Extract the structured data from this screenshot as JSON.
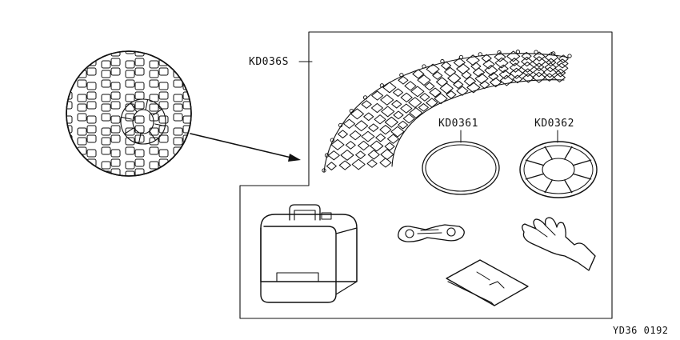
{
  "labels": {
    "net_set": "KD036S",
    "ring": "KD0361",
    "wheel_guide": "KD0362",
    "drawing_code": "YD36 0192"
  },
  "colors": {
    "ink": "#111111",
    "paper": "#ffffff"
  },
  "parts": [
    {
      "name": "tire-with-chain-net",
      "icon": "tire-chain-icon"
    },
    {
      "name": "chain-net-segment",
      "icon": "chain-net-icon"
    },
    {
      "name": "tension-ring",
      "icon": "ring-icon"
    },
    {
      "name": "wheel-guide-plate",
      "icon": "wheel-plate-icon"
    },
    {
      "name": "storage-case",
      "icon": "case-icon"
    },
    {
      "name": "fastening-tool",
      "icon": "tool-icon"
    },
    {
      "name": "work-glove",
      "icon": "glove-icon"
    },
    {
      "name": "mat",
      "icon": "mat-icon"
    }
  ]
}
